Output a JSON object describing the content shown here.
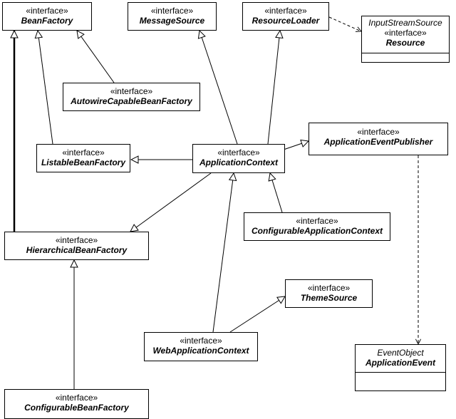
{
  "stereotype": "«interface»",
  "classes": {
    "bean_factory": "BeanFactory",
    "message_source": "MessageSource",
    "resource_loader": "ResourceLoader",
    "resource": "Resource",
    "resource_parent": "InputStreamSource",
    "autowire_capable_bean_factory": "AutowireCapableBeanFactory",
    "listable_bean_factory": "ListableBeanFactory",
    "application_context": "ApplicationContext",
    "application_event_publisher": "ApplicationEventPublisher",
    "hierarchical_bean_factory": "HierarchicalBeanFactory",
    "configurable_application_context": "ConfigurableApplicationContext",
    "theme_source": "ThemeSource",
    "web_application_context": "WebApplicationContext",
    "application_event": "ApplicationEvent",
    "application_event_parent": "EventObject",
    "configurable_bean_factory": "ConfigurableBeanFactory"
  }
}
